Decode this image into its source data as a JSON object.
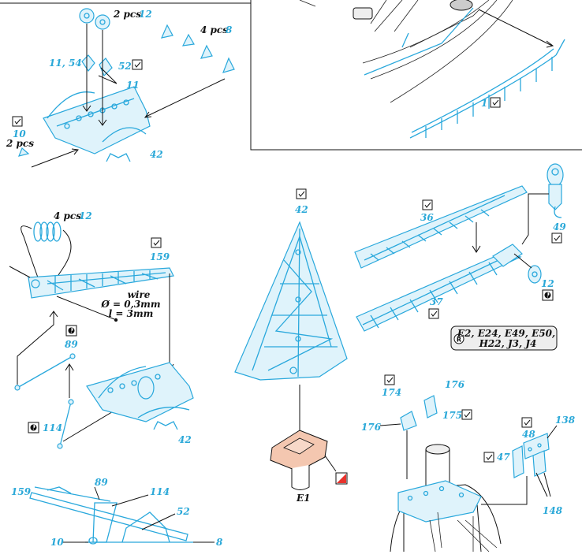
{
  "labels": {
    "two_pcs_12": {
      "qty": "2 pcs",
      "num": "12"
    },
    "four_pcs_8": {
      "qty": "4 pcs",
      "num": "8"
    },
    "l_11_54": "11, 54",
    "l_52": "52",
    "l_11": "11",
    "l_10": "10",
    "l_2pcs": "2 pcs",
    "l_42_top": "42",
    "l_1": "1",
    "four_pcs_12": {
      "qty": "4 pcs",
      "num": "12"
    },
    "l_159": "159",
    "wire": {
      "title": "wire",
      "dia": "Ø = 0,3mm",
      "len": "l = 3mm"
    },
    "l_89": "89",
    "l_114": "114",
    "l_42_mid": "42",
    "l_42_mast": "42",
    "l_e1": "E1",
    "l_36": "36",
    "l_49": "49",
    "l_12_right": "12",
    "l_37": "37",
    "resin_parts": {
      "line1": "E2, E24, E49, E50,",
      "line2": "H22, J3, J4"
    },
    "l_174": "174",
    "l_176_a": "176",
    "l_176_b": "176",
    "l_175": "175",
    "l_48": "48",
    "l_138": "138",
    "l_47": "47",
    "l_148": "148",
    "bottom": {
      "l159": "159",
      "l89": "89",
      "l114": "114",
      "l52": "52",
      "l10": "10",
      "l8": "8"
    }
  },
  "colors": {
    "etch_blue": "#2aa8d8",
    "resin_pink": "#f4c7b0",
    "paint_red": "#e8322c"
  }
}
